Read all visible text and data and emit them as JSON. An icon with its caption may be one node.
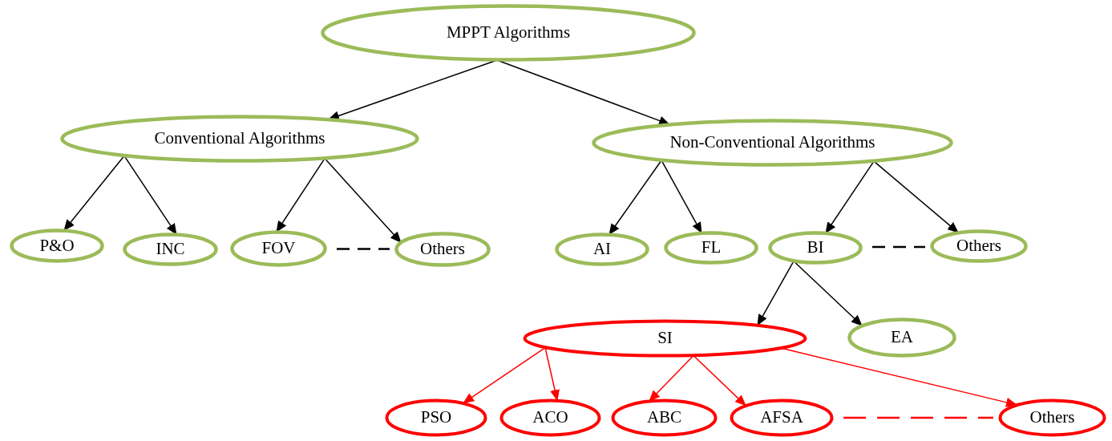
{
  "diagram": {
    "nodes": [
      {
        "text": [
          "MPPT Algorithms"
        ]
      },
      {
        "text": [
          "Conventional Algorithms"
        ]
      },
      {
        "text": [
          "Non-Conventional Algorithms"
        ]
      },
      {
        "text": [
          "P&O"
        ]
      },
      {
        "text": [
          "INC"
        ]
      },
      {
        "text": [
          "FOV"
        ]
      },
      {
        "text": [
          "Others"
        ]
      },
      {
        "text": [
          "AI"
        ]
      },
      {
        "text": [
          "FL"
        ]
      },
      {
        "text": [
          "BI"
        ]
      },
      {
        "text": [
          "Others"
        ]
      },
      {
        "text": [
          "SI"
        ]
      },
      {
        "text": [
          "EA"
        ]
      },
      {
        "text": [
          "PSO"
        ]
      },
      {
        "text": [
          "ACO"
        ]
      },
      {
        "text": [
          "ABC"
        ]
      },
      {
        "text": [
          "AFSA"
        ]
      },
      {
        "text": [
          "Others"
        ]
      }
    ],
    "edges": [
      {
        "from": 0,
        "to": 1,
        "arrow": "to"
      },
      {
        "from": 0,
        "to": 2,
        "arrow": "to"
      },
      {
        "from": 1,
        "to": 3,
        "arrow": "to"
      },
      {
        "from": 1,
        "to": 4,
        "arrow": "to"
      },
      {
        "from": 1,
        "to": 5,
        "arrow": "to"
      },
      {
        "from": 1,
        "to": 6,
        "arrow": "to"
      },
      {
        "from": 5,
        "to": 6,
        "arrow": "none",
        "style": "dashed"
      },
      {
        "from": 2,
        "to": 7,
        "arrow": "to"
      },
      {
        "from": 2,
        "to": 8,
        "arrow": "to"
      },
      {
        "from": 2,
        "to": 9,
        "arrow": "to"
      },
      {
        "from": 2,
        "to": 10,
        "arrow": "to"
      },
      {
        "from": 9,
        "to": 10,
        "arrow": "none",
        "style": "dashed"
      },
      {
        "from": 9,
        "to": 11,
        "arrow": "to"
      },
      {
        "from": 9,
        "to": 12,
        "arrow": "to"
      },
      {
        "from": 11,
        "to": 13,
        "arrow": "to",
        "color": "#ff0000"
      },
      {
        "from": 11,
        "to": 14,
        "arrow": "to",
        "color": "#ff0000"
      },
      {
        "from": 11,
        "to": 15,
        "arrow": "to",
        "color": "#ff0000"
      },
      {
        "from": 11,
        "to": 16,
        "arrow": "to",
        "color": "#ff0000"
      },
      {
        "from": 11,
        "to": 17,
        "arrow": "to",
        "color": "#ff0000"
      },
      {
        "from": 16,
        "to": 17,
        "arrow": "none",
        "style": "dashed",
        "color": "#ff0000"
      }
    ]
  }
}
